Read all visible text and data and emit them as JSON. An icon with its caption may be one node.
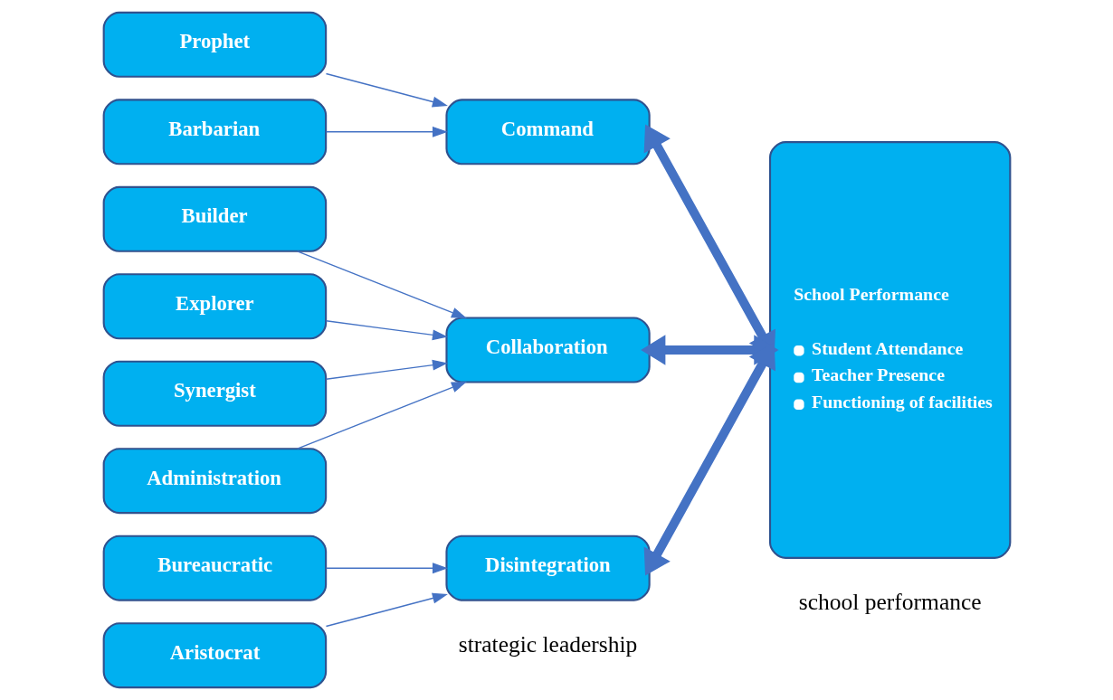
{
  "diagram": {
    "nodes": [
      {
        "text": [
          "Prophet"
        ]
      },
      {
        "text": [
          "Barbarian"
        ]
      },
      {
        "text": [
          "Builder"
        ]
      },
      {
        "text": [
          "Explorer"
        ]
      },
      {
        "text": [
          "Synergist"
        ]
      },
      {
        "text": [
          "Administration"
        ]
      },
      {
        "text": [
          "Bureaucratic"
        ]
      },
      {
        "text": [
          "Aristocrat"
        ]
      },
      {
        "text": [
          "Command"
        ]
      },
      {
        "text": [
          "Collaboration"
        ]
      },
      {
        "text": [
          "Disintegration"
        ]
      },
      {
        "text": [
          "School Performance",
          "Student Attendance",
          "Teacher Presence",
          "Functioning of facilities"
        ]
      }
    ],
    "edges": [
      {
        "from": 0,
        "to": 8,
        "arrow": "to"
      },
      {
        "from": 1,
        "to": 8,
        "arrow": "to"
      },
      {
        "from": 2,
        "to": 9,
        "arrow": "to"
      },
      {
        "from": 3,
        "to": 9,
        "arrow": "to"
      },
      {
        "from": 4,
        "to": 9,
        "arrow": "to"
      },
      {
        "from": 5,
        "to": 9,
        "arrow": "to"
      },
      {
        "from": 6,
        "to": 10,
        "arrow": "to"
      },
      {
        "from": 7,
        "to": 10,
        "arrow": "to"
      },
      {
        "from": 8,
        "to": 11,
        "arrow": "both",
        "style": "thick"
      },
      {
        "from": 9,
        "to": 11,
        "arrow": "both",
        "style": "thick"
      },
      {
        "from": 10,
        "to": 11,
        "arrow": "both",
        "style": "thick"
      }
    ],
    "labels": [
      "strategic leadership",
      "school performance"
    ]
  }
}
